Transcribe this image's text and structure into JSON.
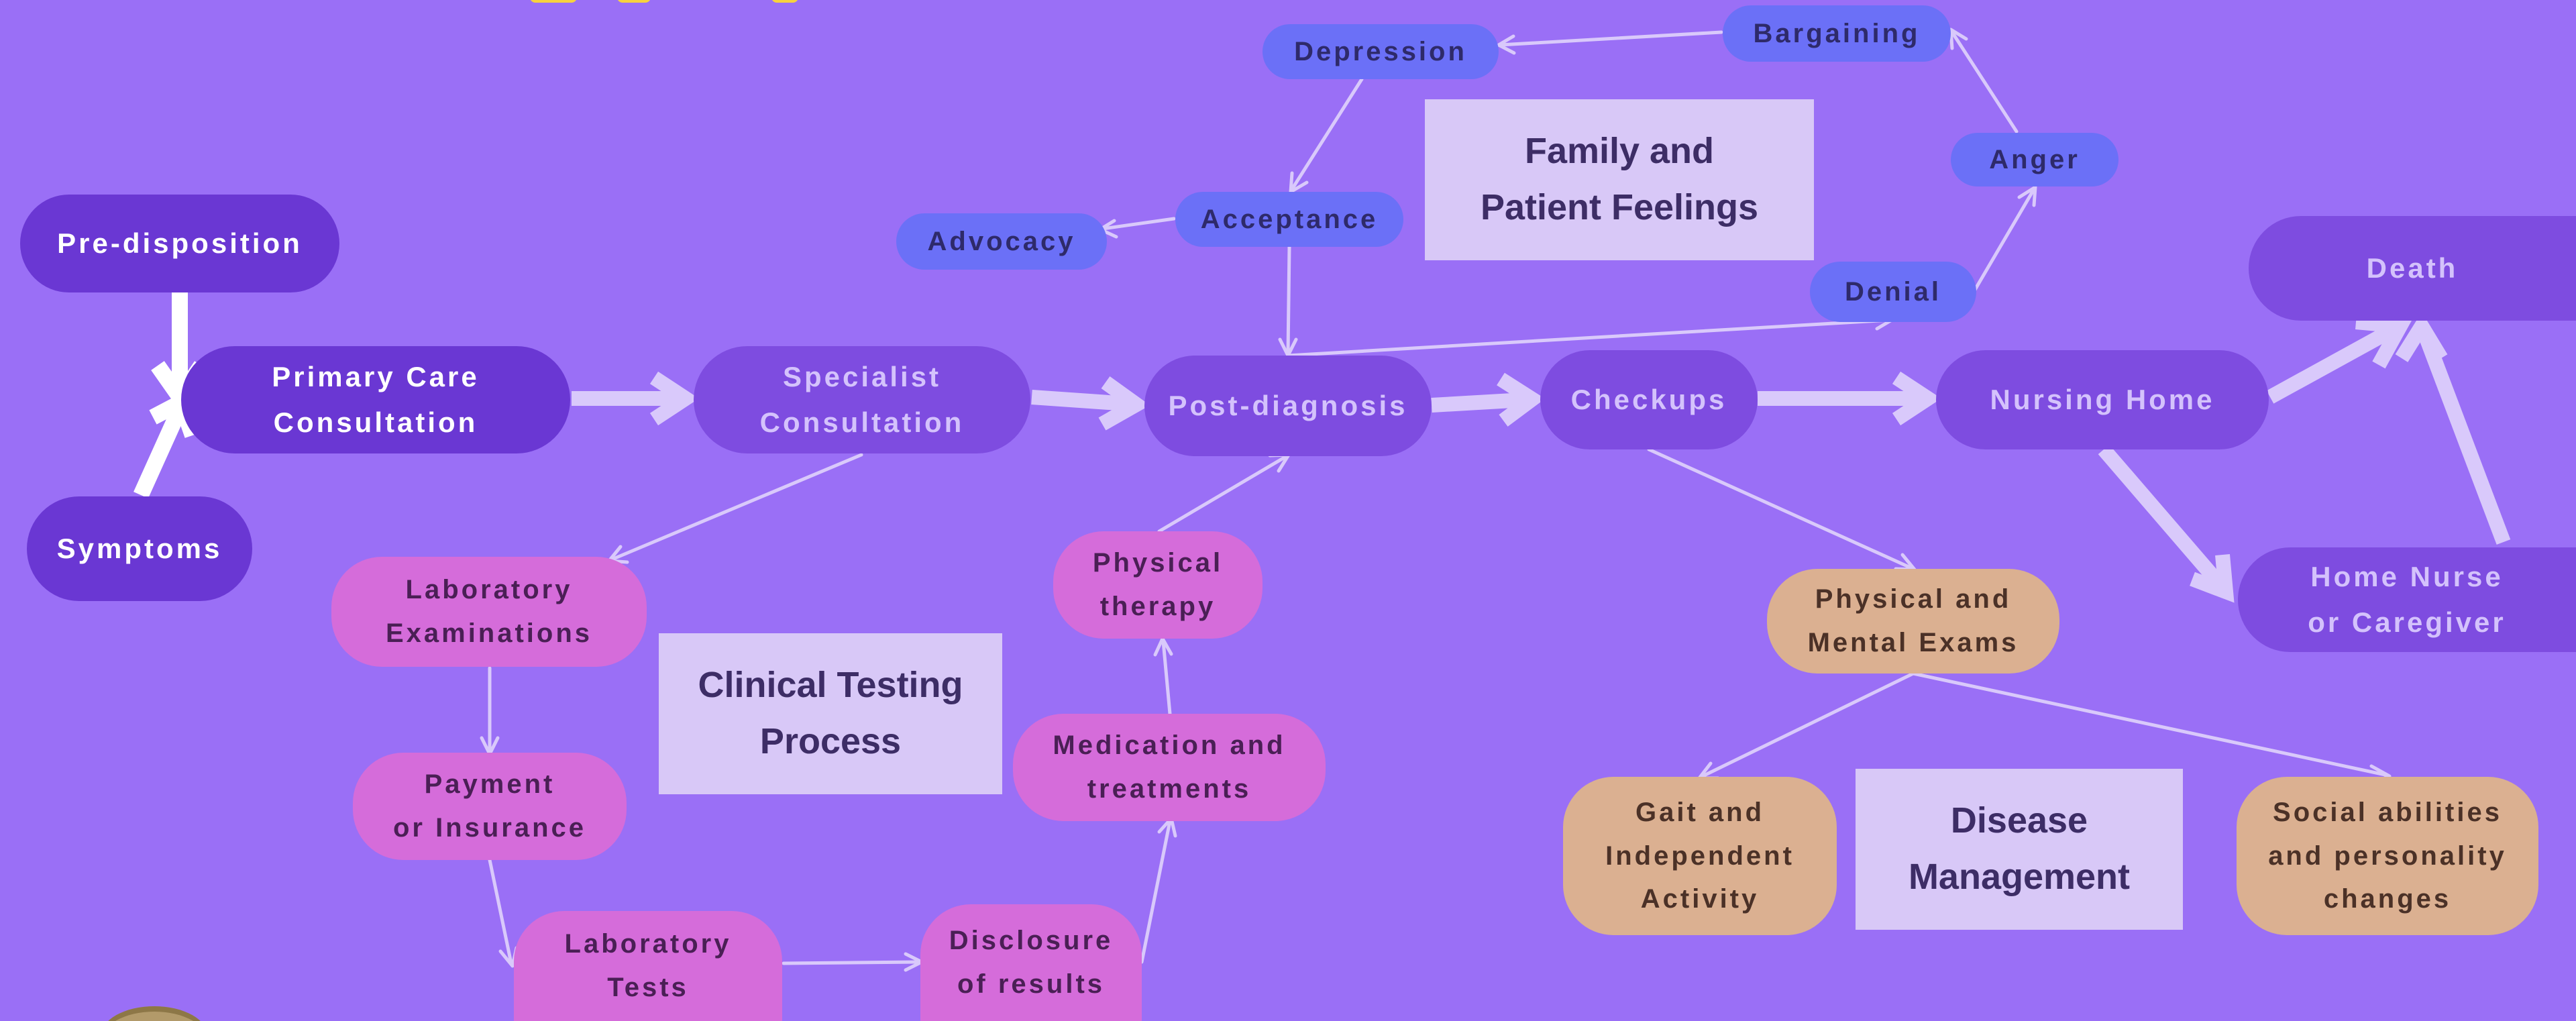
{
  "nodes": {
    "predisposition": "Pre-disposition",
    "symptoms": "Symptoms",
    "primary_care": "Primary Care\nConsultation",
    "specialist": "Specialist\nConsultation",
    "post_diagnosis": "Post-diagnosis",
    "checkups": "Checkups",
    "nursing_home": "Nursing Home",
    "death": "Death",
    "home_nurse": "Home Nurse\nor Caregiver",
    "depression": "Depression",
    "bargaining": "Bargaining",
    "anger": "Anger",
    "denial": "Denial",
    "acceptance": "Acceptance",
    "advocacy": "Advocacy",
    "lab_exams": "Laboratory\nExaminations",
    "payment": "Payment\nor Insurance",
    "lab_tests": "Laboratory\nTests",
    "disclosure": "Disclosure\nof results",
    "medication": "Medication and\ntreatments",
    "physical_therapy": "Physical\ntherapy",
    "physical_mental_exams": "Physical and\nMental Exams",
    "gait": "Gait and\nIndependent\nActivity",
    "social": "Social abilities\nand personality\nchanges"
  },
  "section_labels": {
    "family_feelings": "Family and\nPatient Feelings",
    "clinical_testing": "Clinical Testing\nProcess",
    "disease_management": "Disease\nManagement"
  },
  "colors": {
    "background": "#9a6ff6",
    "main_flow_dark": "#6a37d3",
    "main_flow": "#7e4ce0",
    "feelings": "#6b70f7",
    "clinical": "#d56cda",
    "management": "#dbb091",
    "section_box": "#d8c8f7",
    "connector": "#d9c9fb",
    "title_fragment": "#f7d23e"
  }
}
